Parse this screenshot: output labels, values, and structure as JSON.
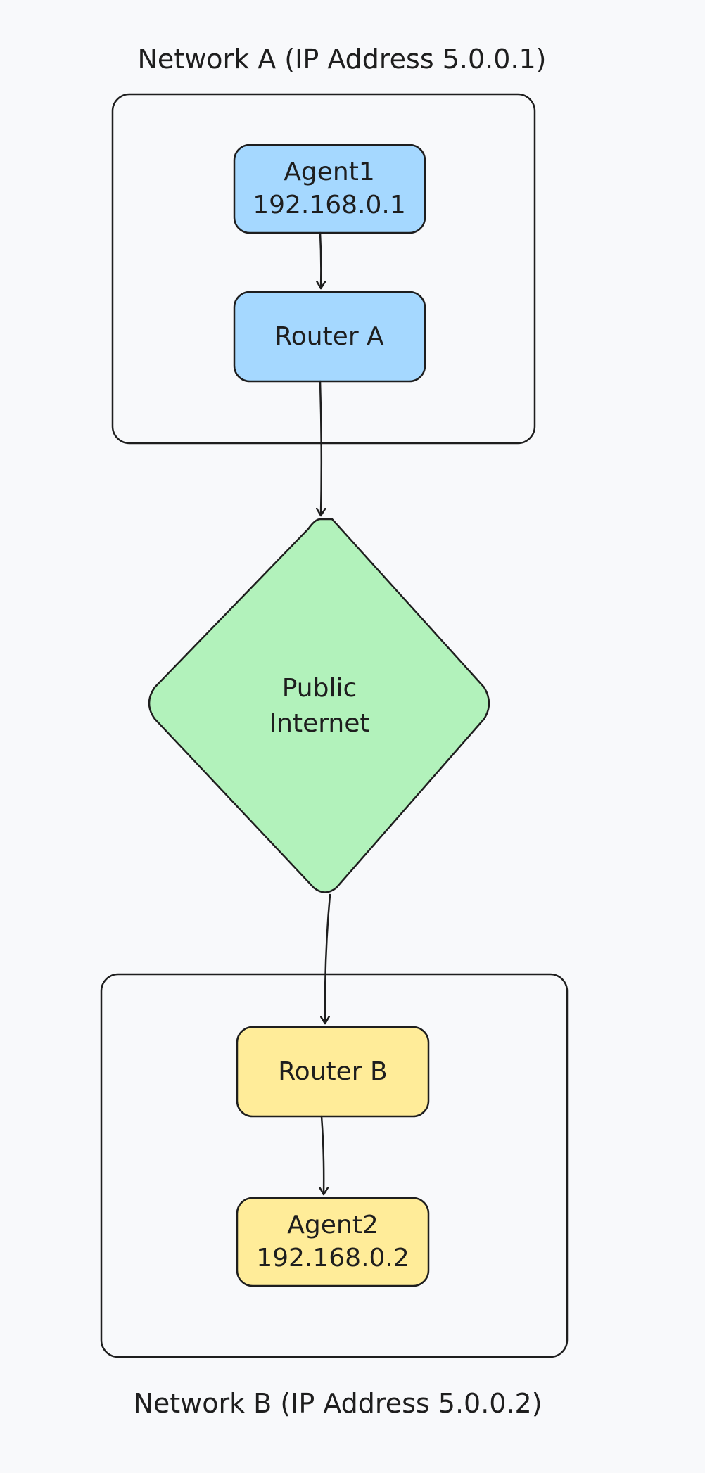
{
  "groups": {
    "network_a_title": "Network A (IP Address 5.0.0.1)",
    "network_b_title": "Network B (IP Address 5.0.0.2)"
  },
  "nodes": {
    "agent1": {
      "name": "Agent1",
      "ip": "192.168.0.1"
    },
    "router_a": {
      "label": "Router A"
    },
    "internet": {
      "line1": "Public",
      "line2": "Internet"
    },
    "router_b": {
      "label": "Router B"
    },
    "agent2": {
      "name": "Agent2",
      "ip": "192.168.0.2"
    }
  },
  "colors": {
    "network_a_fill": "#a5d8ff",
    "internet_fill": "#b2f2bb",
    "network_b_fill": "#ffec99",
    "stroke": "#1e1e1e",
    "background": "#f8f9fb"
  }
}
